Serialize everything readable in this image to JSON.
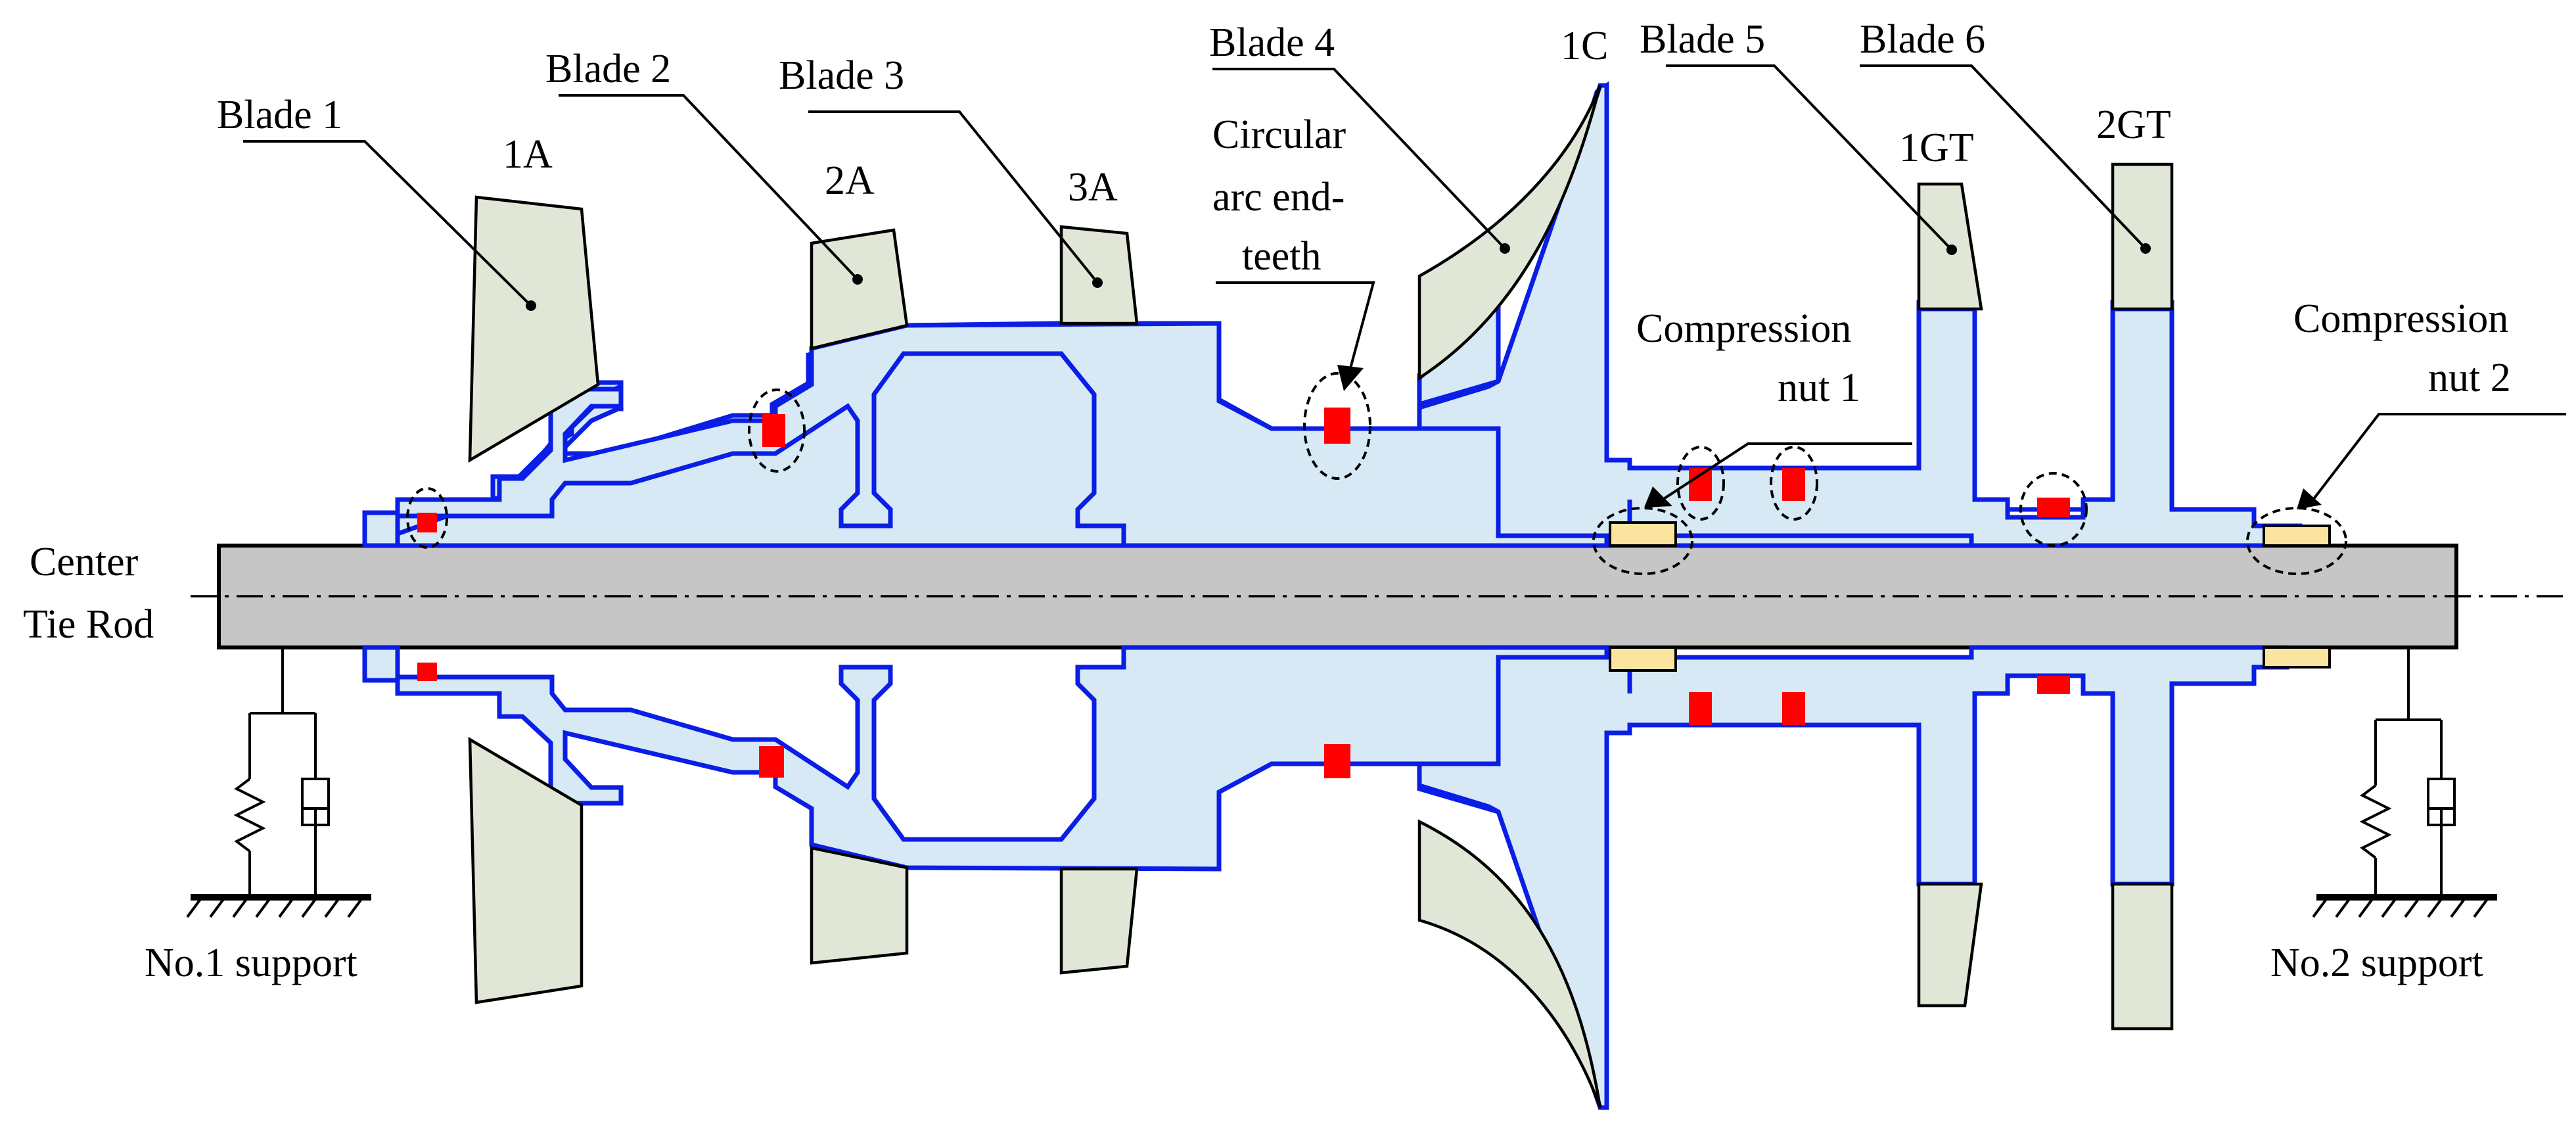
{
  "labels": {
    "blade1": "Blade 1",
    "blade2": "Blade 2",
    "blade3": "Blade 3",
    "blade4": "Blade 4",
    "blade5": "Blade 5",
    "blade6": "Blade 6",
    "stage1a": "1A",
    "stage2a": "2A",
    "stage3a": "3A",
    "stage1c": "1C",
    "stage1gt": "1GT",
    "stage2gt": "2GT",
    "circular_line1": "Circular",
    "circular_line2": "arc end-",
    "circular_line3": "teeth",
    "nut1_line1": "Compression",
    "nut1_line2": "nut 1",
    "nut2_line1": "Compression",
    "nut2_line2": "nut 2",
    "center_line1": "Center",
    "center_line2": "Tie Rod",
    "support1": "No.1 support",
    "support2": "No.2 support"
  },
  "colors": {
    "rotor_fill": "#d6e9f5",
    "rotor_outline": "#0a1ee6",
    "blade_fill": "#e1e7d7",
    "tie_rod_fill": "#c6c6c6",
    "nut_fill": "#fbe4a0",
    "joint": "#ff0000"
  }
}
